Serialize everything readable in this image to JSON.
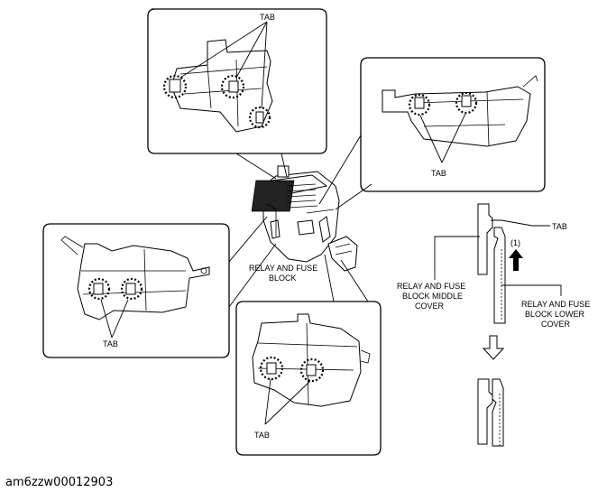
{
  "labels": {
    "tab": "TAB",
    "relay_fuse_block": [
      "RELAY AND FUSE",
      "BLOCK"
    ],
    "middle_cover": [
      "RELAY AND FUSE",
      "BLOCK MIDDLE",
      "COVER"
    ],
    "lower_cover": [
      "RELAY AND FUSE",
      "BLOCK LOWER",
      "COVER"
    ],
    "step": "(1)"
  },
  "reference_code": "am6zzw00012903"
}
